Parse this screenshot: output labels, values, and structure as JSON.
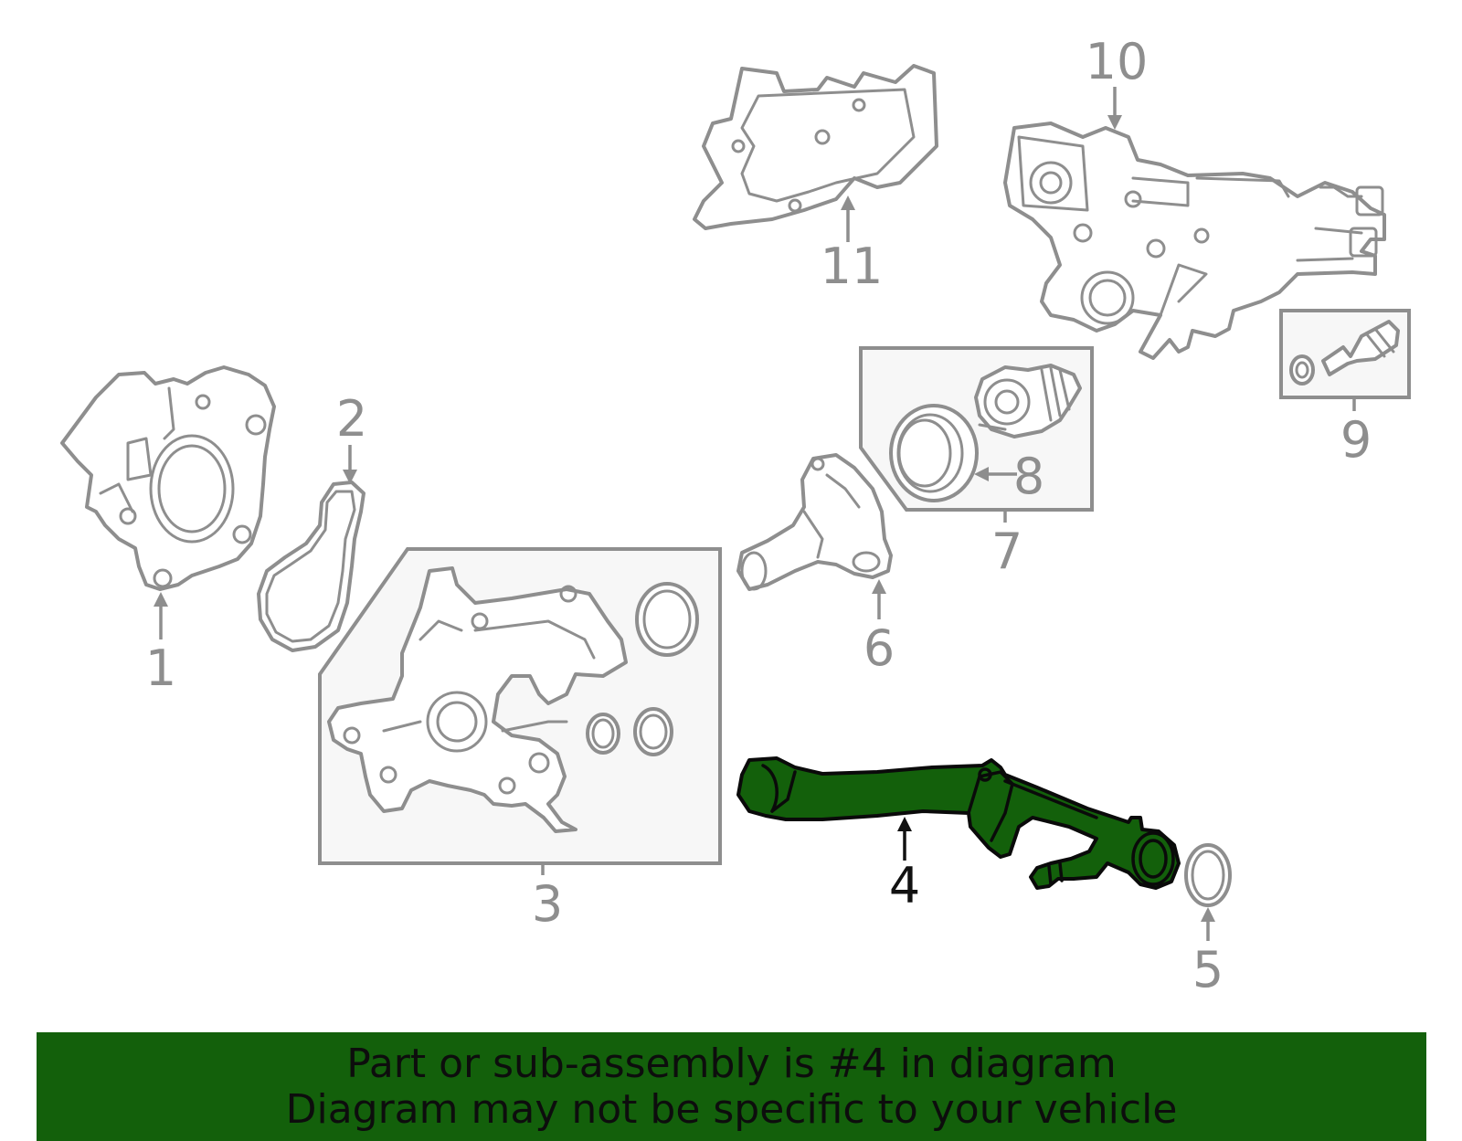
{
  "diagram": {
    "callouts": [
      {
        "id": "1",
        "label": "1"
      },
      {
        "id": "2",
        "label": "2"
      },
      {
        "id": "3",
        "label": "3"
      },
      {
        "id": "4",
        "label": "4",
        "highlighted": true
      },
      {
        "id": "5",
        "label": "5"
      },
      {
        "id": "6",
        "label": "6"
      },
      {
        "id": "7",
        "label": "7"
      },
      {
        "id": "8",
        "label": "8"
      },
      {
        "id": "9",
        "label": "9"
      },
      {
        "id": "10",
        "label": "10"
      },
      {
        "id": "11",
        "label": "11"
      }
    ],
    "highlight_color": "#13600b",
    "part_color": "#8e8e8e"
  },
  "banner": {
    "line1": "Part or sub-assembly is #4 in diagram",
    "line2": "Diagram may not be specific to your vehicle",
    "background": "#13600b"
  }
}
